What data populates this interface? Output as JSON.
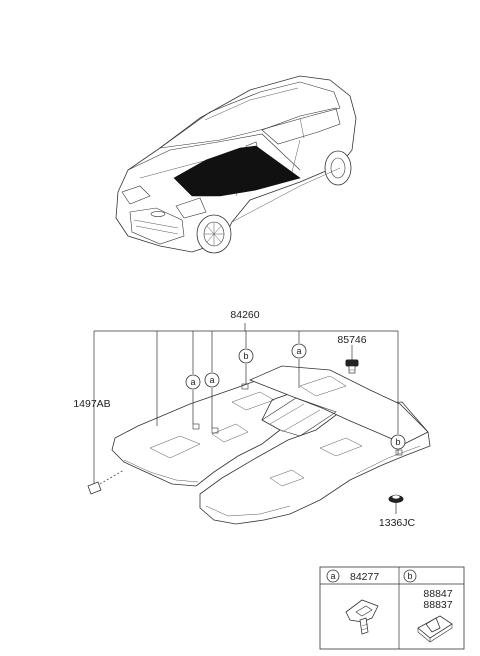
{
  "callouts": {
    "main": "84260",
    "plug": "85746",
    "bracket": "1497AB",
    "grommet": "1336JC"
  },
  "markers": {
    "a": "a",
    "b": "b"
  },
  "legend": {
    "a_label": "a",
    "a_part": "84277",
    "b_label": "b",
    "b_part_1": "88847",
    "b_part_2": "88837"
  }
}
